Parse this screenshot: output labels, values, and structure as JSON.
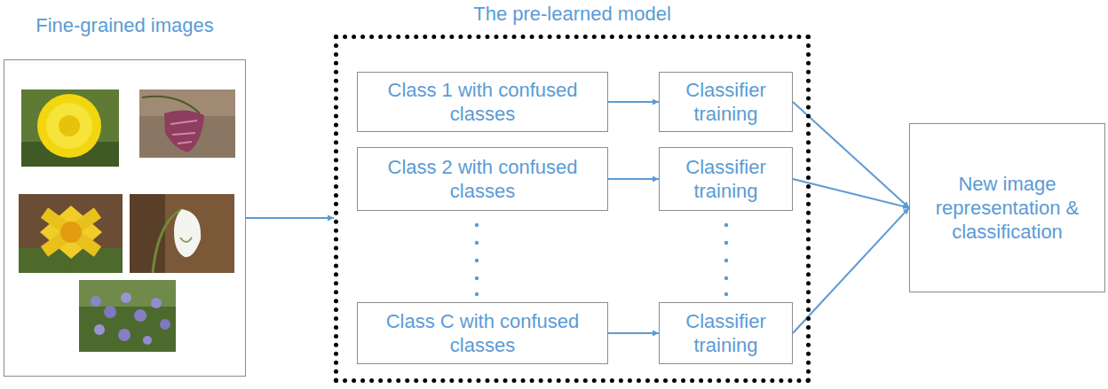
{
  "diagram": {
    "nodes": [
      {
        "text": [
          "Fine-grained images"
        ]
      },
      {
        "text": [
          "The pre-learned model"
        ]
      },
      {
        "text": [
          "Class 1 with confused classes"
        ],
        "in": 1
      },
      {
        "text": [
          "Classifier training"
        ],
        "in": 1
      },
      {
        "text": [
          "Class 2 with confused classes"
        ],
        "in": 1
      },
      {
        "text": [
          "Classifier training"
        ],
        "in": 1
      },
      {
        "text": [
          "Class C with confused classes"
        ],
        "in": 1
      },
      {
        "text": [
          "Classifier training"
        ],
        "in": 1
      },
      {
        "text": [
          "New image representation & classification"
        ]
      }
    ],
    "edges": [
      {
        "from": 0,
        "to": 1,
        "arrow": "to"
      },
      {
        "from": 2,
        "to": 3,
        "arrow": "to"
      },
      {
        "from": 4,
        "to": 5,
        "arrow": "to"
      },
      {
        "from": 6,
        "to": 7,
        "arrow": "to"
      },
      {
        "from": 3,
        "to": 8,
        "arrow": "to"
      },
      {
        "from": 5,
        "to": 8,
        "arrow": "to"
      },
      {
        "from": 7,
        "to": 8,
        "arrow": "to"
      }
    ]
  }
}
